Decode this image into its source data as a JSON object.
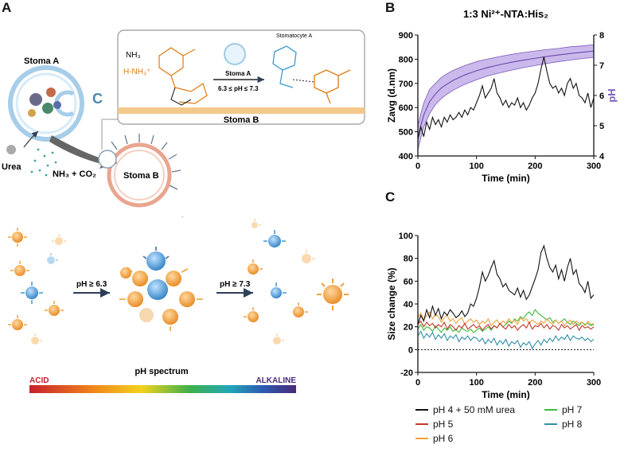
{
  "panels": {
    "a": "A",
    "b": "B",
    "c": "C"
  },
  "schematic": {
    "stoma_a": "Stoma A",
    "stoma_b": "Stoma B",
    "stoma_b_bar": "Stoma B",
    "urea": "Urea",
    "nh3_co2": "NH₃ + CO₂",
    "nh3": "NH₃",
    "h_nh3": "H-NH₃⁺",
    "stomatocyte_a": "Stomatocyte A",
    "arrow_label": "Stoma A",
    "ph_range": "6.3 ≤ pH ≤ 7.3",
    "ph_63": "pH ≥ 6.3",
    "ph_73": "pH ≥ 7.3",
    "spectrum_title": "pH spectrum",
    "acid": "ACID",
    "alkaline": "ALKALINE",
    "colors": {
      "orange_particle": "#f0a13a",
      "blue_particle": "#4a9fd8",
      "stoma_a_ring": "#a7cde8",
      "stoma_b_ring": "#e9a58f",
      "membrane": "#f3c98b"
    }
  },
  "chart_data": [
    {
      "type": "line",
      "title": "1:3 Ni²⁺-NTA:His₂",
      "xlabel": "Time (min)",
      "ylabel": "Zavg (d.nm)",
      "ylabel_right": "pH",
      "xlim": [
        0,
        300
      ],
      "ylim": [
        400,
        900
      ],
      "ylim_right": [
        4,
        8
      ],
      "xticks": [
        0,
        100,
        200,
        300
      ],
      "yticks": [
        400,
        500,
        600,
        700,
        800,
        900
      ],
      "yticks_right": [
        4,
        5,
        6,
        7,
        8
      ],
      "grid": false,
      "series": [
        {
          "axis": "left",
          "color": "#111111",
          "x": [
            0,
            5,
            10,
            15,
            20,
            25,
            30,
            35,
            40,
            45,
            50,
            55,
            60,
            65,
            70,
            75,
            80,
            85,
            90,
            95,
            100,
            105,
            110,
            115,
            120,
            125,
            130,
            135,
            140,
            145,
            150,
            155,
            160,
            165,
            170,
            175,
            180,
            185,
            190,
            195,
            200,
            205,
            210,
            215,
            220,
            225,
            230,
            235,
            240,
            245,
            250,
            255,
            260,
            265,
            270,
            275,
            280,
            285,
            290,
            295,
            300
          ],
          "values": [
            470,
            520,
            480,
            540,
            510,
            560,
            530,
            550,
            520,
            560,
            540,
            570,
            550,
            560,
            580,
            560,
            590,
            570,
            600,
            590,
            620,
            650,
            690,
            640,
            660,
            680,
            720,
            660,
            640,
            610,
            630,
            600,
            620,
            610,
            640,
            600,
            620,
            590,
            610,
            640,
            660,
            700,
            760,
            810,
            750,
            700,
            680,
            690,
            660,
            680,
            650,
            700,
            720,
            680,
            700,
            650,
            640,
            620,
            660,
            600,
            640
          ]
        },
        {
          "name": "",
          "axis": "right",
          "type": "area",
          "color": "#9b7fd0",
          "x": [
            0,
            5,
            10,
            20,
            30,
            40,
            50,
            60,
            80,
            100,
            120,
            140,
            160,
            180,
            200,
            220,
            240,
            260,
            280,
            300
          ],
          "values": [
            4.6,
            5.0,
            5.35,
            5.8,
            6.05,
            6.25,
            6.38,
            6.5,
            6.68,
            6.82,
            6.93,
            7.02,
            7.1,
            7.17,
            7.23,
            7.29,
            7.34,
            7.39,
            7.43,
            7.47
          ],
          "band_lower": [
            4.2,
            4.6,
            4.95,
            5.4,
            5.7,
            5.9,
            6.05,
            6.17,
            6.37,
            6.52,
            6.65,
            6.75,
            6.84,
            6.92,
            6.99,
            7.06,
            7.12,
            7.17,
            7.22,
            7.26
          ],
          "band_upper": [
            5.0,
            5.4,
            5.75,
            6.2,
            6.4,
            6.6,
            6.72,
            6.83,
            6.99,
            7.12,
            7.21,
            7.29,
            7.36,
            7.42,
            7.47,
            7.52,
            7.56,
            7.61,
            7.64,
            7.68
          ]
        }
      ]
    },
    {
      "type": "line",
      "xlabel": "Time (min)",
      "ylabel": "Size change (%)",
      "xlim": [
        0,
        300
      ],
      "ylim": [
        -20,
        100
      ],
      "xticks": [
        0,
        100,
        200,
        300
      ],
      "yticks": [
        -20,
        0,
        20,
        40,
        60,
        80,
        100
      ],
      "zero_line": "dotted",
      "grid": false,
      "x": [
        0,
        5,
        10,
        15,
        20,
        25,
        30,
        35,
        40,
        45,
        50,
        55,
        60,
        65,
        70,
        75,
        80,
        85,
        90,
        95,
        100,
        105,
        110,
        115,
        120,
        125,
        130,
        135,
        140,
        145,
        150,
        155,
        160,
        165,
        170,
        175,
        180,
        185,
        190,
        195,
        200,
        205,
        210,
        215,
        220,
        225,
        230,
        235,
        240,
        245,
        250,
        255,
        260,
        265,
        270,
        275,
        280,
        285,
        290,
        295,
        300
      ],
      "series": [
        {
          "name": "pH 4 + 50 mM urea",
          "color": "#111111",
          "values": [
            22,
            30,
            25,
            35,
            28,
            38,
            30,
            36,
            27,
            33,
            30,
            35,
            32,
            28,
            30,
            34,
            29,
            32,
            40,
            38,
            45,
            55,
            68,
            60,
            65,
            72,
            78,
            66,
            62,
            55,
            58,
            52,
            50,
            48,
            54,
            46,
            52,
            44,
            48,
            55,
            62,
            70,
            85,
            91,
            80,
            72,
            68,
            74,
            62,
            70,
            60,
            72,
            80,
            66,
            70,
            58,
            55,
            50,
            60,
            45,
            48
          ]
        },
        {
          "name": "pH 5",
          "color": "#c0392b",
          "values": [
            22,
            25,
            20,
            24,
            21,
            23,
            19,
            22,
            20,
            24,
            18,
            22,
            20,
            17,
            21,
            19,
            23,
            18,
            20,
            22,
            19,
            21,
            17,
            20,
            22,
            18,
            21,
            19,
            23,
            20,
            18,
            22,
            19,
            21,
            17,
            20,
            22,
            19,
            24,
            18,
            21,
            20,
            23,
            19,
            22,
            18,
            21,
            20,
            17,
            22,
            19,
            21,
            18,
            20,
            22,
            17,
            21,
            19,
            20,
            18,
            20
          ]
        },
        {
          "name": "pH 6",
          "color": "#f0a13a",
          "values": [
            28,
            32,
            26,
            30,
            33,
            27,
            31,
            29,
            24,
            28,
            30,
            25,
            27,
            23,
            26,
            28,
            22,
            25,
            27,
            24,
            26,
            22,
            25,
            23,
            27,
            21,
            24,
            26,
            22,
            25,
            23,
            27,
            24,
            26,
            22,
            28,
            25,
            27,
            23,
            26,
            24,
            22,
            25,
            23,
            27,
            24,
            22,
            26,
            23,
            25,
            21,
            24,
            26,
            22,
            25,
            23,
            24,
            21,
            25,
            22,
            23
          ]
        },
        {
          "name": "pH 7",
          "color": "#3dbb3d",
          "values": [
            18,
            22,
            17,
            20,
            19,
            16,
            21,
            18,
            15,
            19,
            17,
            20,
            16,
            18,
            15,
            19,
            17,
            16,
            18,
            15,
            17,
            19,
            16,
            18,
            20,
            17,
            21,
            19,
            23,
            20,
            22,
            25,
            23,
            27,
            25,
            29,
            27,
            31,
            33,
            30,
            35,
            32,
            30,
            28,
            26,
            28,
            24,
            26,
            23,
            25,
            27,
            24,
            22,
            25,
            23,
            21,
            24,
            22,
            23,
            21,
            22
          ]
        },
        {
          "name": "pH 8",
          "color": "#2e8fa8",
          "values": [
            12,
            16,
            10,
            14,
            11,
            15,
            9,
            13,
            10,
            14,
            8,
            12,
            10,
            13,
            7,
            11,
            9,
            12,
            8,
            11,
            10,
            7,
            10,
            5,
            9,
            6,
            10,
            4,
            8,
            5,
            9,
            3,
            7,
            5,
            8,
            2,
            6,
            4,
            7,
            1,
            5,
            8,
            4,
            9,
            6,
            10,
            7,
            12,
            8,
            11,
            9,
            13,
            8,
            12,
            10,
            9,
            11,
            8,
            10,
            7,
            9
          ]
        }
      ]
    }
  ]
}
